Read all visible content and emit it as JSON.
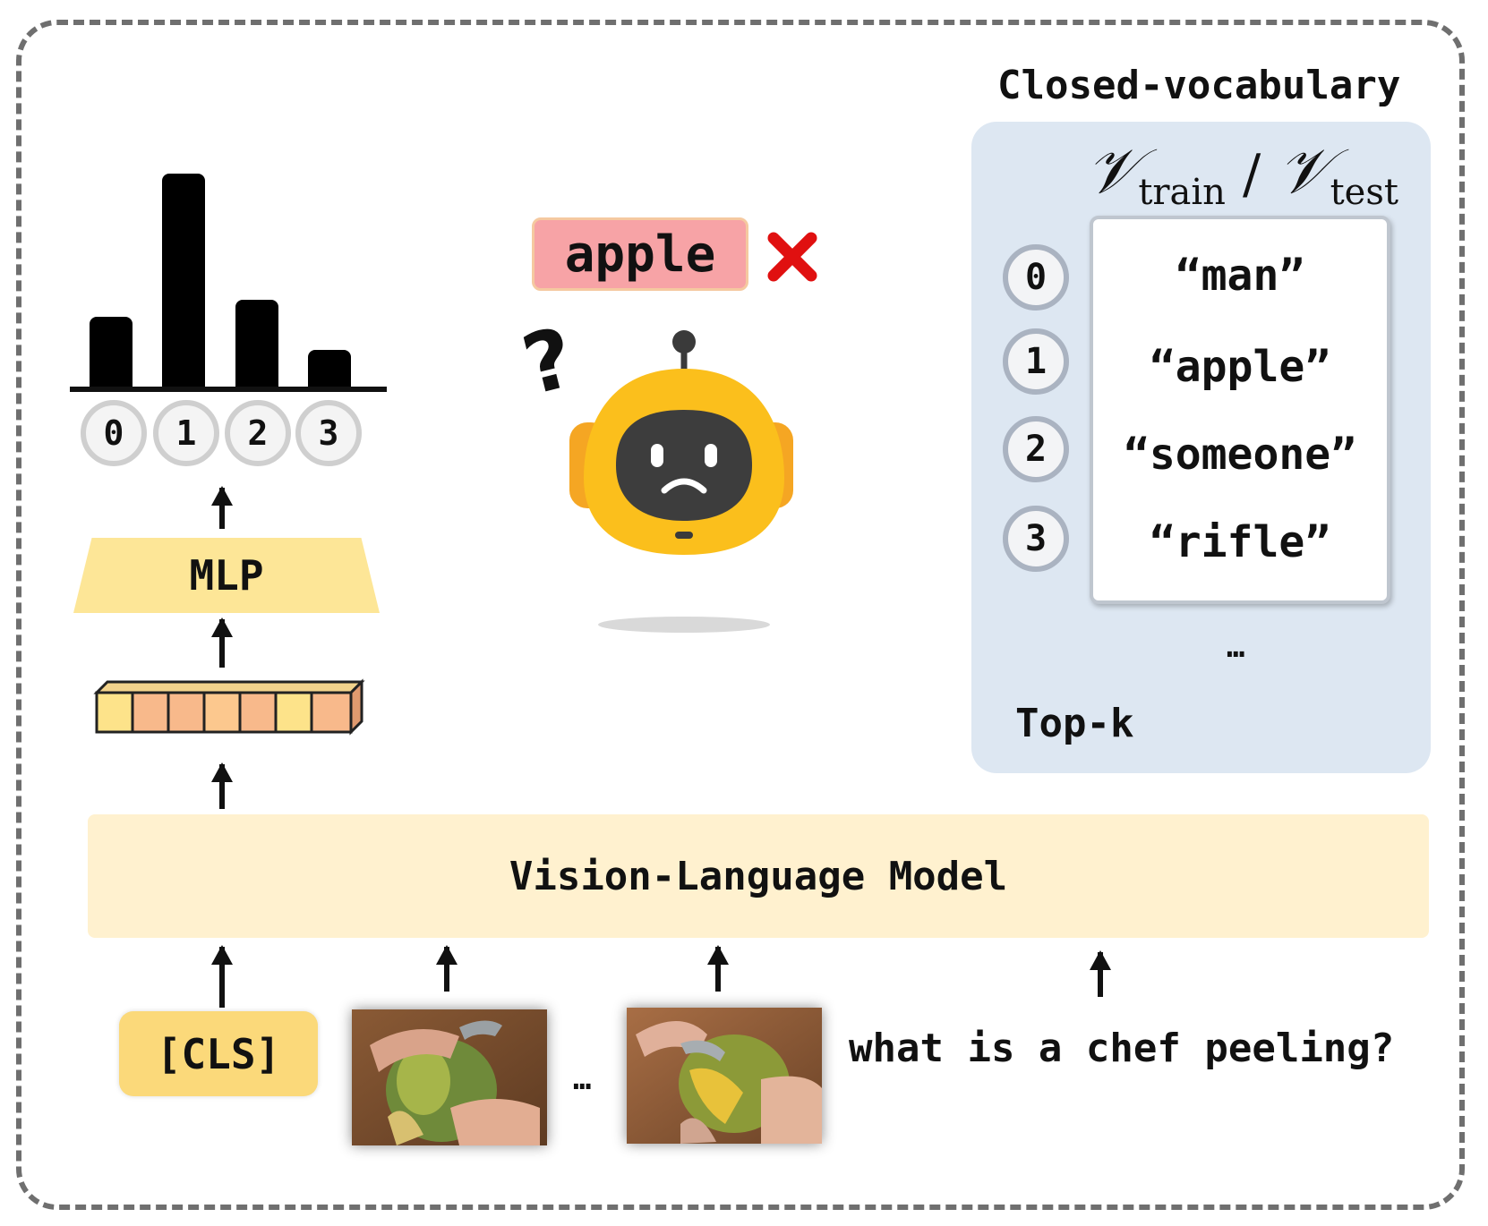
{
  "chart": {
    "values": [
      3,
      9,
      3.7,
      1.6
    ],
    "categories": [
      "0",
      "1",
      "2",
      "3"
    ]
  },
  "mlp_label": "MLP",
  "vlm_label": "Vision-Language Model",
  "cls_label": "[CLS]",
  "frames_ellipsis": "…",
  "question": "what is a chef peeling?",
  "prediction": "apple",
  "vocab": {
    "title": "Closed-vocabulary",
    "symbol_train": "train",
    "symbol_test": "test",
    "separator": " / ",
    "indices": [
      "0",
      "1",
      "2",
      "3"
    ],
    "words": [
      "“man”",
      "“apple”",
      "“someone”",
      "“rifle”"
    ],
    "more": "…",
    "topk": "Top-k"
  }
}
